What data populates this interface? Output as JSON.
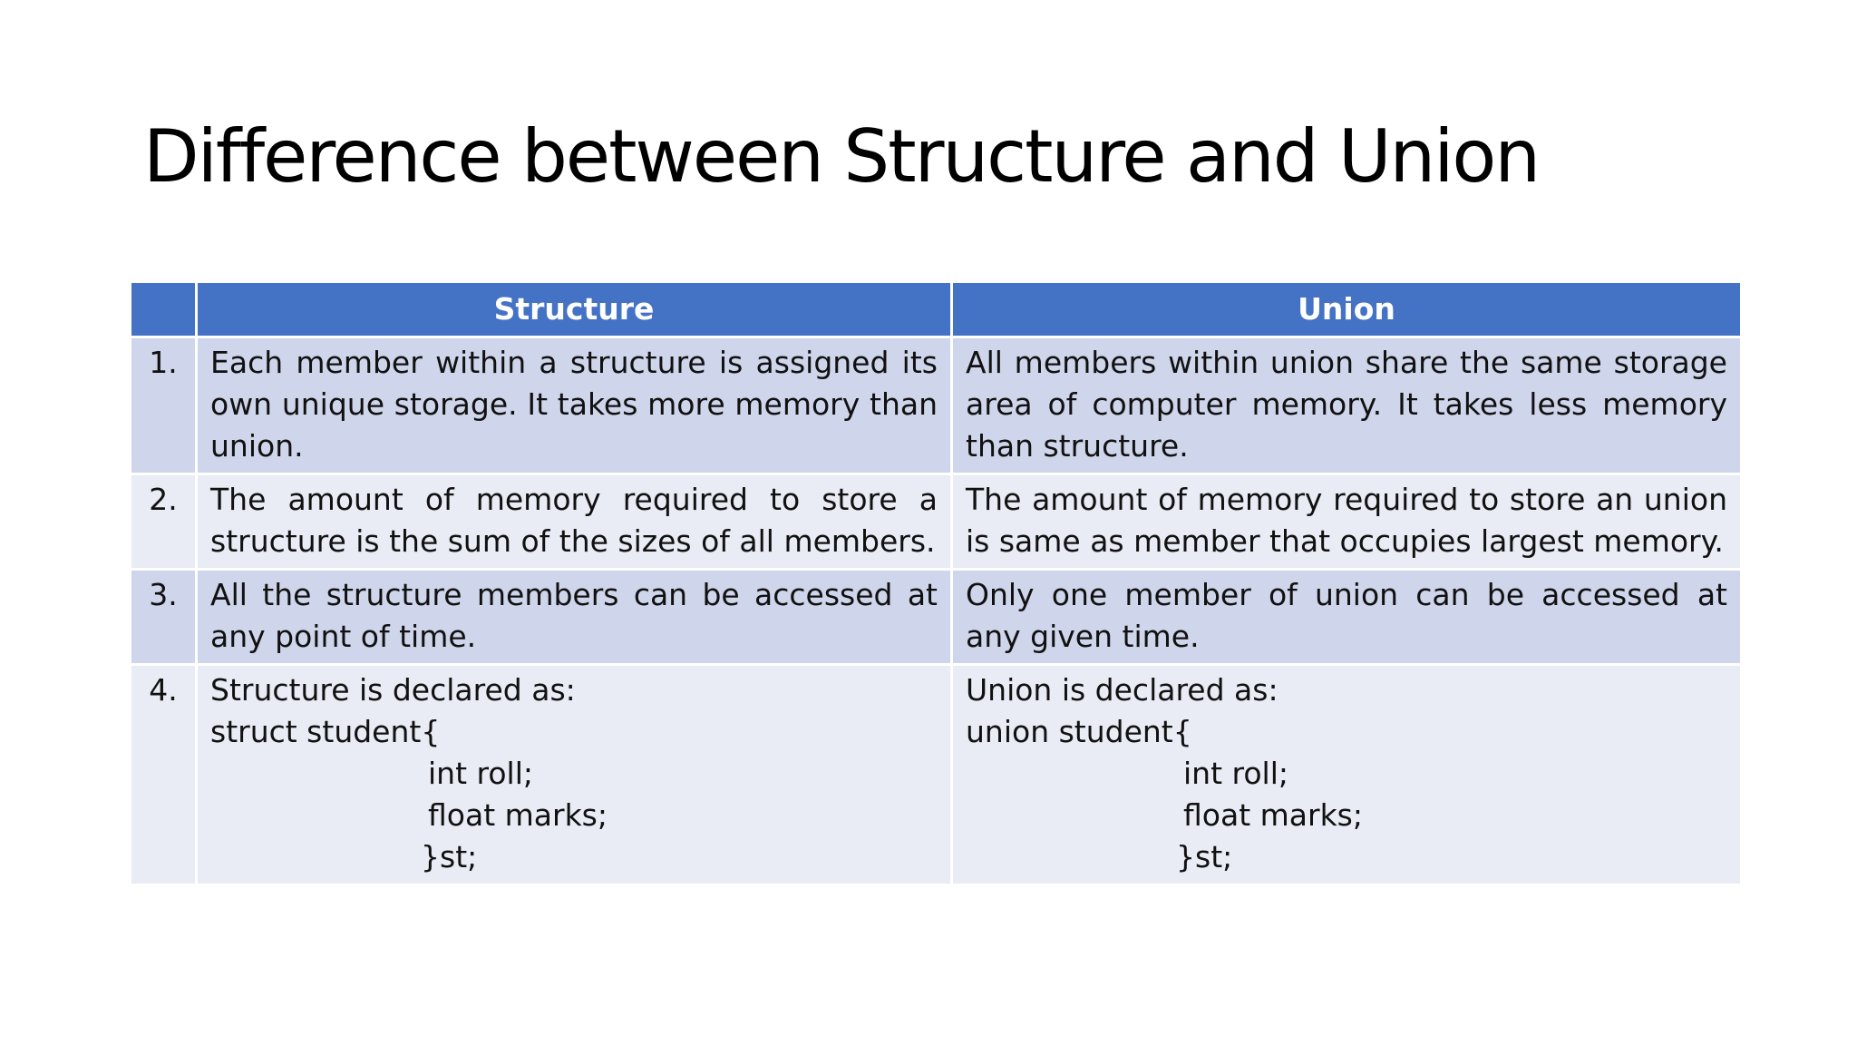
{
  "title": "Difference between Structure and Union",
  "table": {
    "headers": [
      "",
      "Structure",
      "Union"
    ],
    "rows": [
      {
        "num": "1.",
        "structure": "Each member within a structure is assigned its own unique storage. It takes more memory than union.",
        "union": "All members within union share the same storage area of computer memory. It takes less memory than structure."
      },
      {
        "num": "2.",
        "structure": "The amount of memory required to store a structure is the sum of the sizes of all members.",
        "union": "The amount of memory required to store an union is same as member that occupies largest memory."
      },
      {
        "num": "3.",
        "structure": "All the structure members can be accessed at any point of time.",
        "union": "Only one member of union can be accessed at any given time."
      },
      {
        "num": "4.",
        "structure_lines": [
          "Structure is declared as:",
          "struct student{",
          "int roll;",
          "float marks;",
          "}st;"
        ],
        "union_lines": [
          "Union is declared as:",
          "union student{",
          "int roll;",
          "float marks;",
          "}st;"
        ]
      }
    ]
  },
  "colors": {
    "header_bg": "#4472c4",
    "row_odd_bg": "#cfd5ea",
    "row_even_bg": "#e9ebf5"
  }
}
